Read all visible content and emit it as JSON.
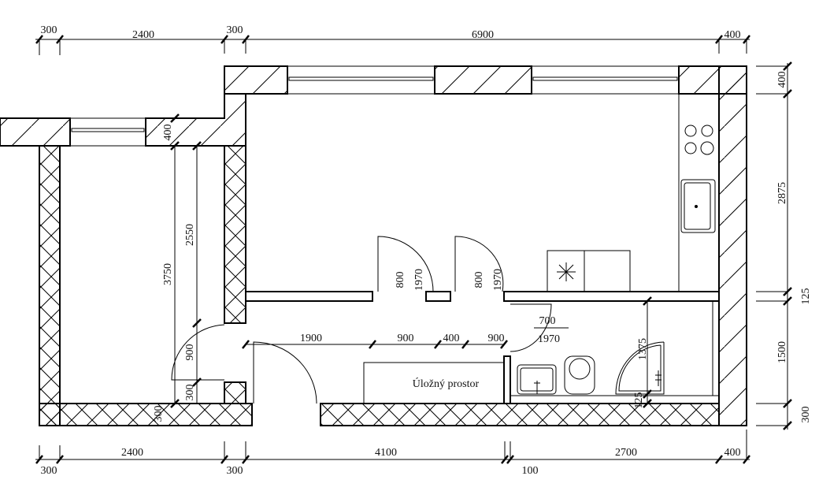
{
  "dims_top": [
    "300",
    "2400",
    "300",
    "6900",
    "400"
  ],
  "dims_bottom_upper": [
    "2400",
    "4100",
    "2700",
    "400"
  ],
  "dims_bottom_lower": [
    "300",
    "300",
    "100"
  ],
  "dims_right": [
    "400",
    "2875",
    "125",
    "1500",
    "300"
  ],
  "dims_left": [
    "400",
    "3750",
    "2550",
    "900",
    "300",
    "300"
  ],
  "doors": [
    {
      "width": "800",
      "height": "1970"
    },
    {
      "width": "800",
      "height": "1970"
    },
    {
      "width": "700",
      "height": "1970"
    }
  ],
  "corridor_dims": [
    "1900",
    "900",
    "400",
    "900"
  ],
  "bath_dims": [
    "1375",
    "125"
  ],
  "storage_label": "Úložný prostor",
  "colors": {
    "line": "#000000",
    "background": "#ffffff"
  }
}
